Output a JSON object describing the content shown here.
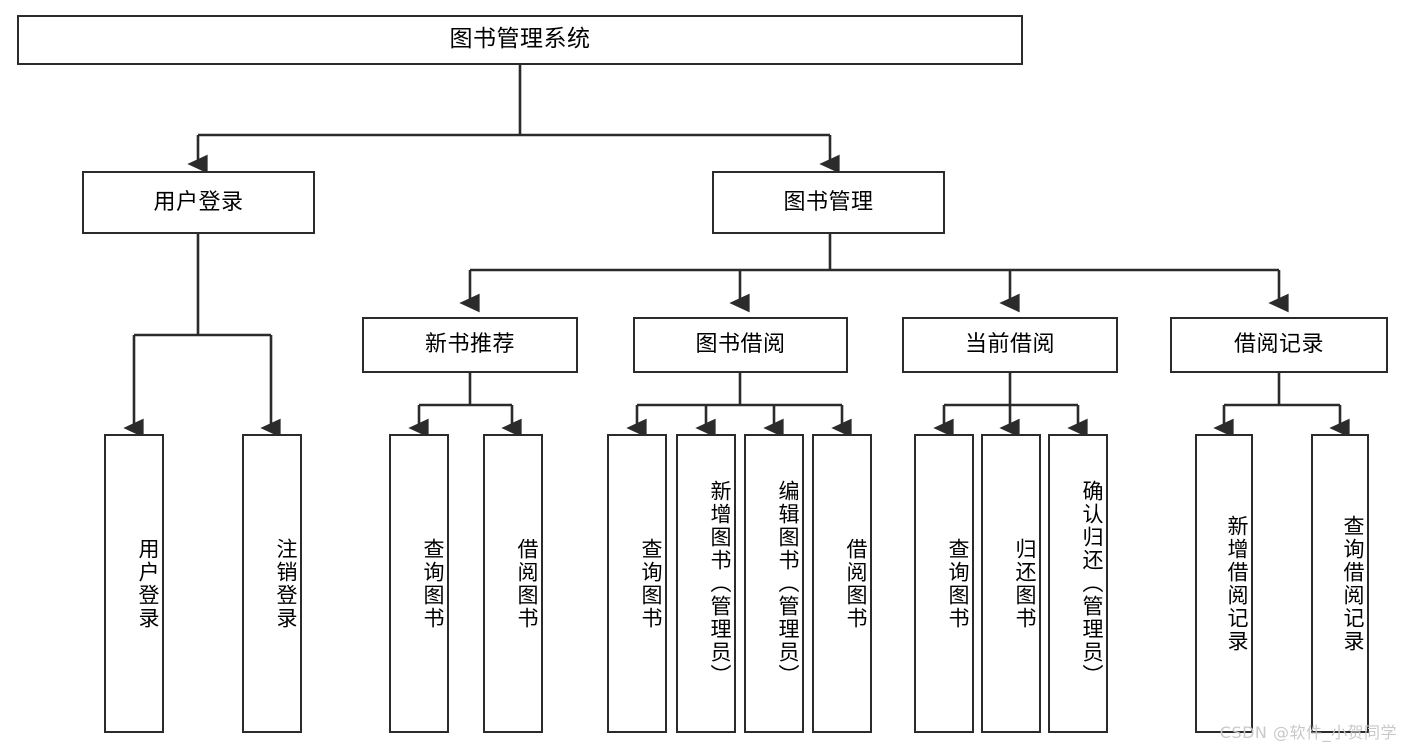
{
  "diagram": {
    "title": "图书管理系统",
    "type": "tree-hierarchy",
    "watermark": "CSDN @软件_小贺同学",
    "colors": {
      "border": "#2b2b2b",
      "background": "#ffffff",
      "text": "#000000",
      "edge": "#2b2b2b",
      "watermark": "#c9c9c9"
    },
    "nodes": {
      "root": {
        "label": "图书管理系统"
      },
      "level2": [
        {
          "id": "user-login",
          "label": "用户登录"
        },
        {
          "id": "book-management",
          "label": "图书管理"
        }
      ],
      "level3": [
        {
          "id": "new-book-recommend",
          "label": "新书推荐"
        },
        {
          "id": "book-borrow",
          "label": "图书借阅"
        },
        {
          "id": "current-borrow",
          "label": "当前借阅"
        },
        {
          "id": "borrow-record",
          "label": "借阅记录"
        }
      ],
      "leaves": {
        "user-login": [
          {
            "id": "leaf-user-login",
            "label": "用户登录"
          },
          {
            "id": "leaf-logout-login",
            "label": "注销登录"
          }
        ],
        "new-book-recommend": [
          {
            "id": "leaf-query-book-1",
            "label": "查询图书"
          },
          {
            "id": "leaf-borrow-book-1",
            "label": "借阅图书"
          }
        ],
        "book-borrow": [
          {
            "id": "leaf-query-book-2",
            "label": "查询图书"
          },
          {
            "id": "leaf-add-book",
            "label": "新增图书（管理员）"
          },
          {
            "id": "leaf-edit-book",
            "label": "编辑图书（管理员）"
          },
          {
            "id": "leaf-borrow-book-2",
            "label": "借阅图书"
          }
        ],
        "current-borrow": [
          {
            "id": "leaf-query-book-3",
            "label": "查询图书"
          },
          {
            "id": "leaf-return-book",
            "label": "归还图书"
          },
          {
            "id": "leaf-confirm-return",
            "label": "确认归还（管理员）"
          }
        ],
        "borrow-record": [
          {
            "id": "leaf-add-record",
            "label": "新增借阅记录"
          },
          {
            "id": "leaf-query-record",
            "label": "查询借阅记录"
          }
        ]
      }
    }
  }
}
